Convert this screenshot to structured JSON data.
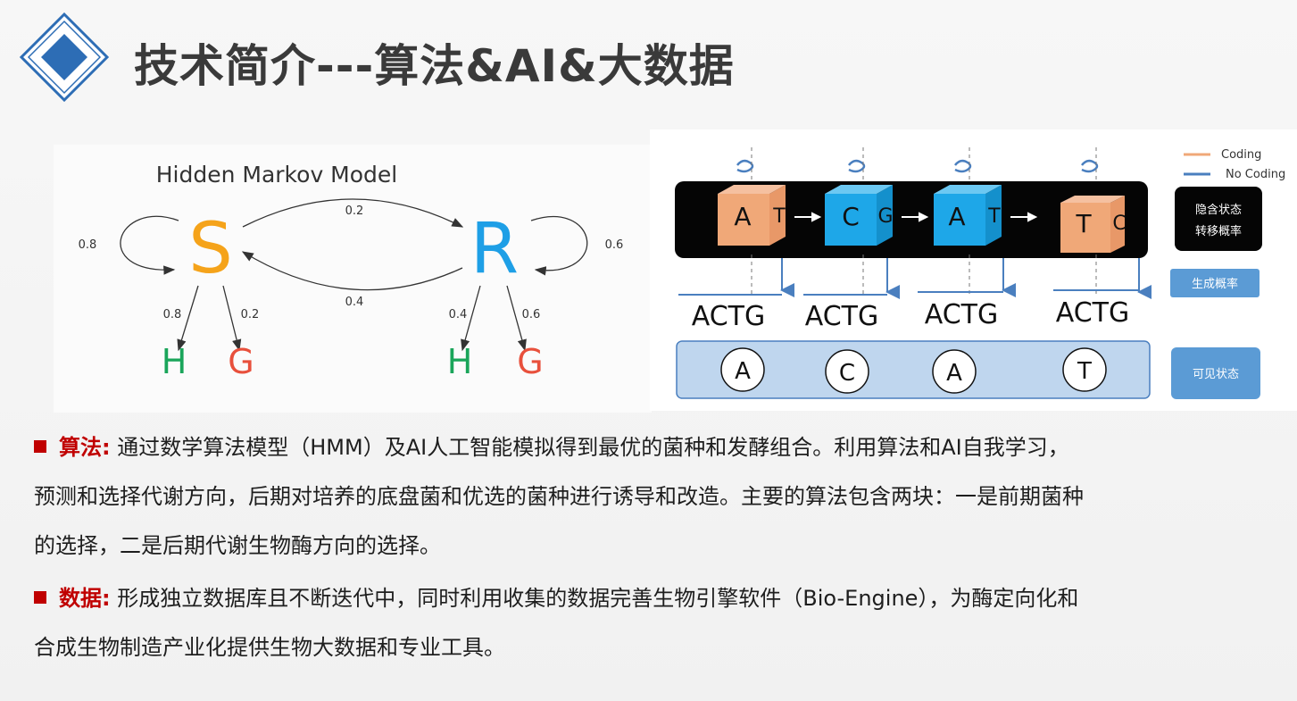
{
  "header": {
    "title": "技术简介---算法&AI&大数据"
  },
  "hmm": {
    "title": "Hidden Markov Model",
    "state_s": "S",
    "state_r": "R",
    "s_to_r": "0.2",
    "r_to_s": "0.4",
    "s_self": "0.8",
    "r_self": "0.6",
    "s_h": "0.8",
    "s_g": "0.2",
    "r_h": "0.4",
    "r_g": "0.6",
    "emit_h": "H",
    "emit_g": "G",
    "colors": {
      "s": "#f5a31a",
      "r": "#1e9fe6",
      "h": "#1aa55a",
      "g": "#e8503c"
    }
  },
  "coding_fig": {
    "legend_coding": "Coding",
    "legend_nocoding": "No Coding",
    "cubes": [
      {
        "front": "A",
        "side": "T",
        "color": "#f0a878"
      },
      {
        "front": "C",
        "side": "G",
        "color": "#1ea7e8"
      },
      {
        "front": "A",
        "side": "T",
        "color": "#1ea7e8"
      },
      {
        "front": "T",
        "side": "C",
        "color": "#f0a878"
      }
    ],
    "seqs": [
      "ACTG",
      "ACTG",
      "ACTG",
      "ACTG"
    ],
    "observed": [
      "A",
      "C",
      "A",
      "T"
    ],
    "label_hidden": [
      "隐含状态",
      "转移概率"
    ],
    "label_emit": "生成概率",
    "label_visible": "可见状态"
  },
  "bullets": {
    "b1_key": "算法:",
    "b1_line1": "通过数学算法模型（HMM）及AI人工智能模拟得到最优的菌种和发酵组合。利用算法和AI自我学习，",
    "b1_line2": "预测和选择代谢方向，后期对培养的底盘菌和优选的菌种进行诱导和改造。主要的算法包含两块：一是前期菌种",
    "b1_line3": "的选择，二是后期代谢生物酶方向的选择。",
    "b2_key": "数据:",
    "b2_line1": "形成独立数据库且不断迭代中，同时利用收集的数据完善生物引擎软件（Bio-Engine），为酶定向化和",
    "b2_line2": "合成生物制造产业化提供生物大数据和专业工具。"
  }
}
